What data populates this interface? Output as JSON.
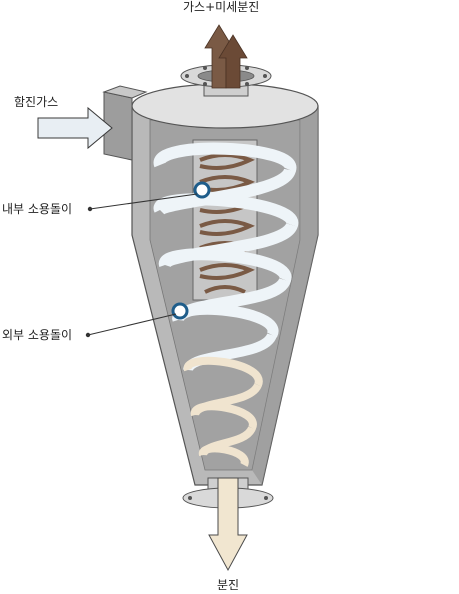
{
  "labels": {
    "top_outlet": "가스+미세분진",
    "inlet": "함진가스",
    "inner_vortex": "내부 소용돌이",
    "outer_vortex": "외부 소용돌이",
    "bottom_outlet": "분진"
  },
  "colors": {
    "body": "#b9b9b9",
    "body_dark": "#8f8f8f",
    "interior": "#a2a2a2",
    "lid": "#e2e2e2",
    "outer_spiral": "#eef4f8",
    "dust_spiral": "#f0e4cf",
    "inner_spiral": "#7a5a45",
    "gas_arrow": "#6b4a36",
    "dust_arrow": "#f1e6d0",
    "marker": "#1f5d8a"
  }
}
